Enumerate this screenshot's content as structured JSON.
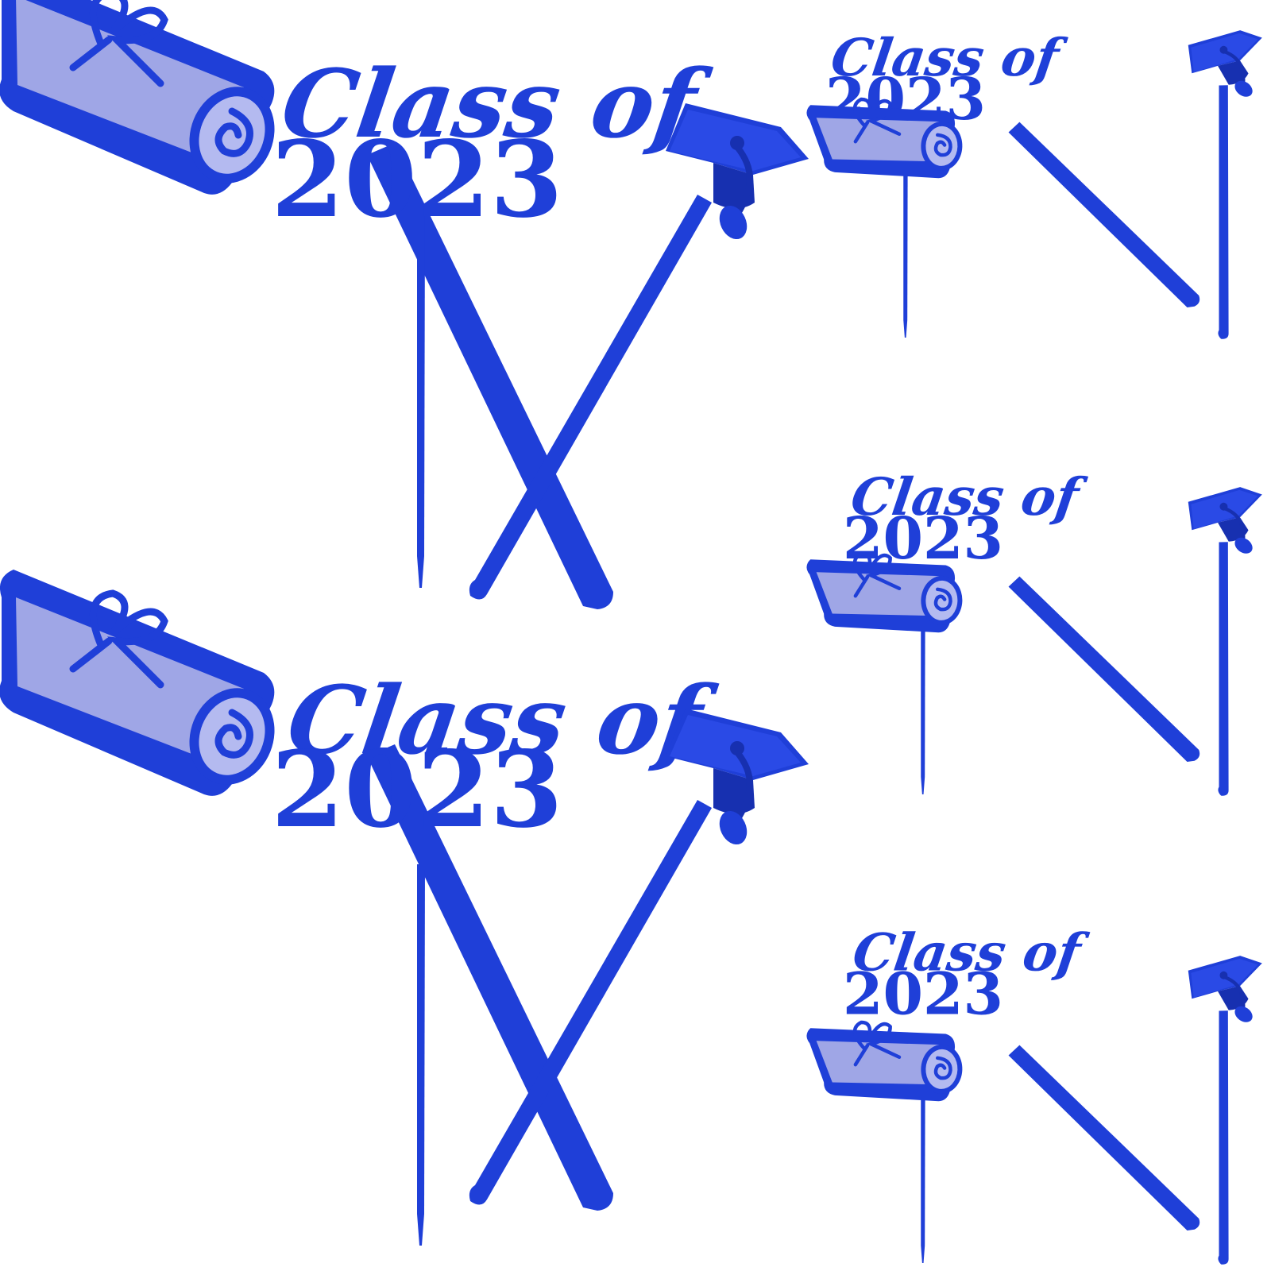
{
  "scene": {
    "background": "#ffffff",
    "colors": {
      "plastic_blue": "#1f3fd8",
      "plastic_blue_dark": "#1730b0",
      "scroll_paper": "#9fa6e6",
      "scroll_paper_light": "#b4baf0"
    },
    "toppers": [
      {
        "kind": "text-topper",
        "line1": "Class of",
        "line2": "2023"
      },
      {
        "kind": "text-topper",
        "line1": "Class of",
        "line2": "2023"
      },
      {
        "kind": "text-topper",
        "line1": "Class of",
        "line2": "2023"
      },
      {
        "kind": "text-topper",
        "line1": "Class of",
        "line2": "2023"
      },
      {
        "kind": "text-topper",
        "line1": "Class of",
        "line2": "2023"
      }
    ],
    "icons": [
      "diploma-scroll-icon",
      "graduation-cap-icon"
    ]
  }
}
